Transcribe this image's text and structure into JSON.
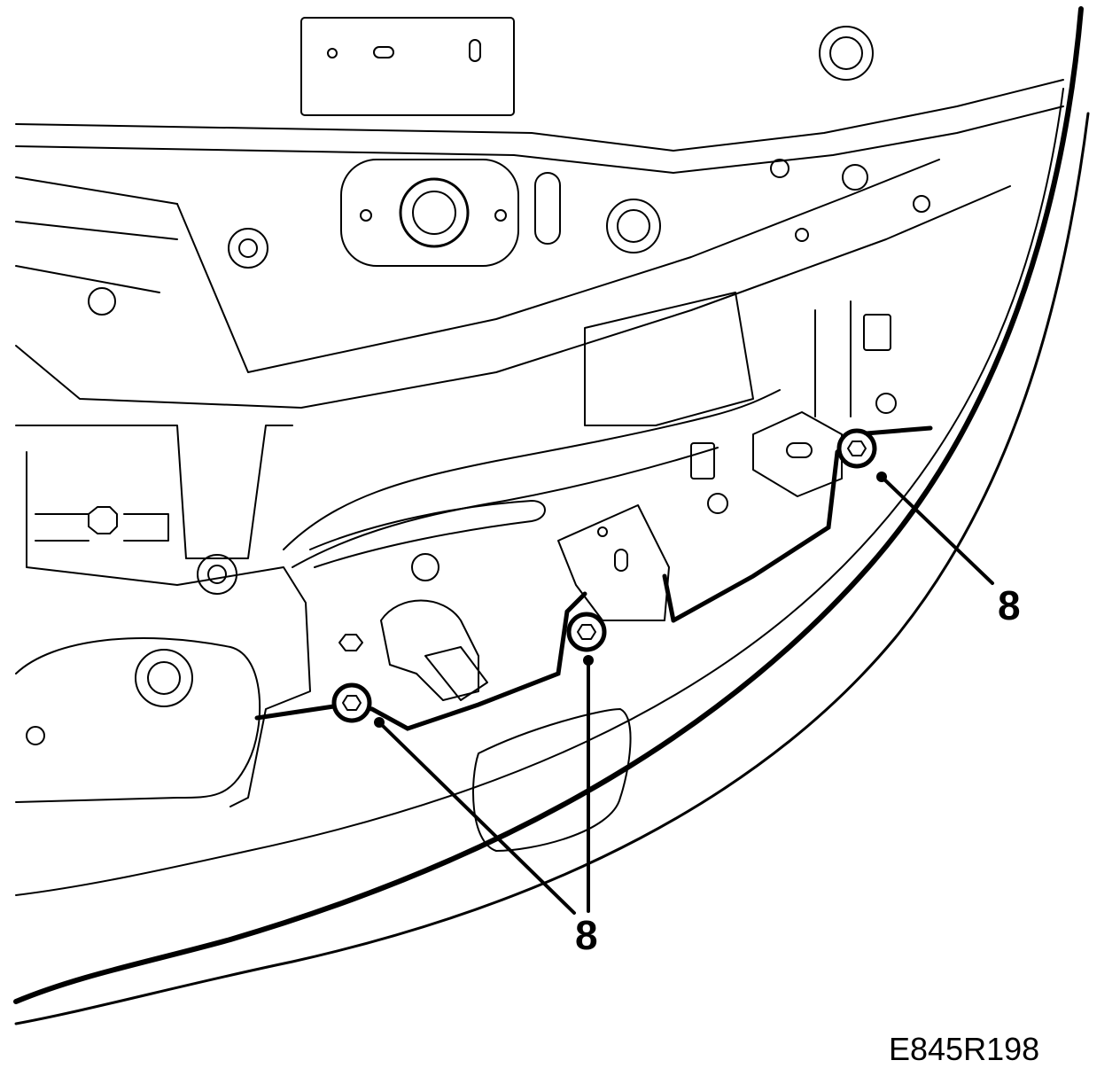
{
  "callouts": [
    {
      "number": "8"
    },
    {
      "number": "8"
    }
  ],
  "reference_code": "E845R198",
  "colors": {
    "line": "#000000",
    "background": "#ffffff"
  }
}
